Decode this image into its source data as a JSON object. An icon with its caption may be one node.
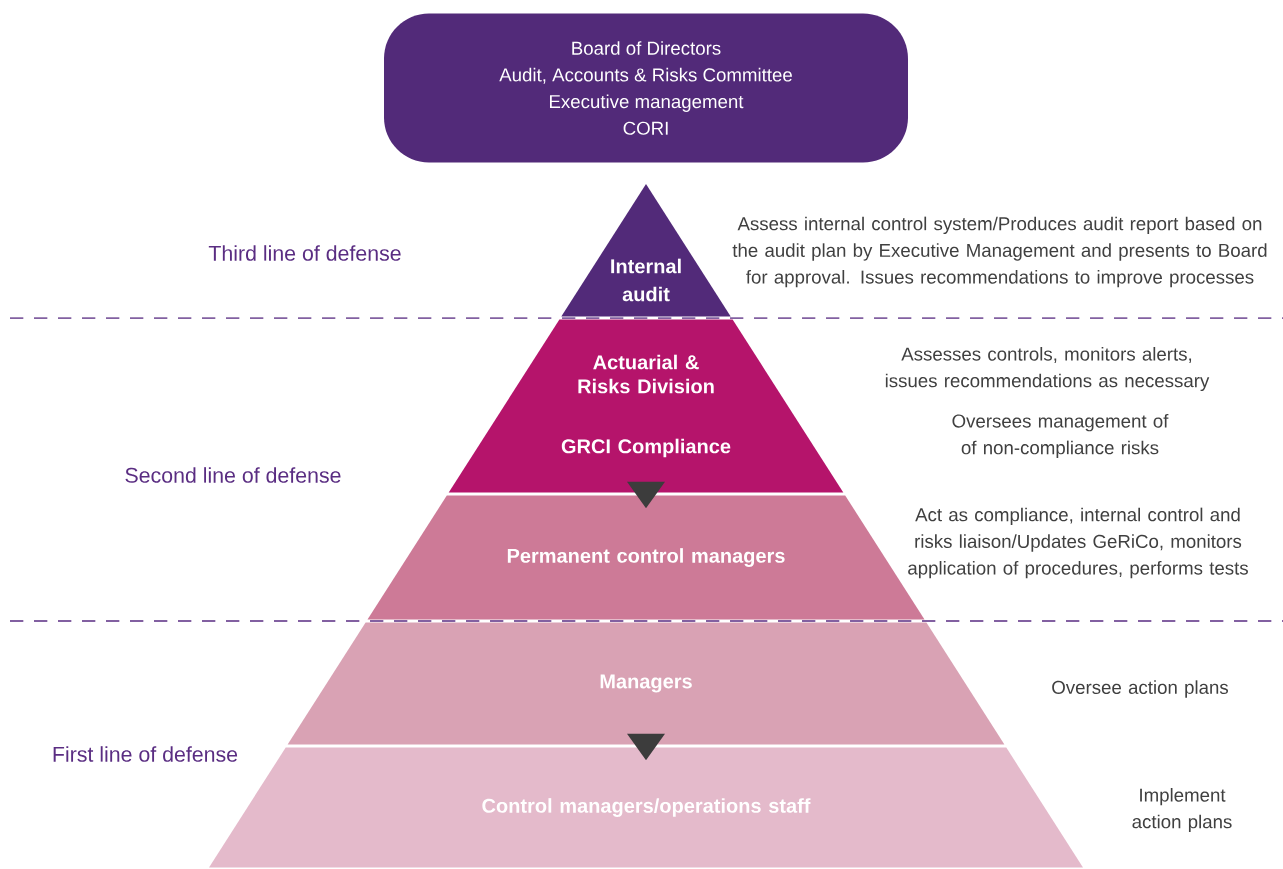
{
  "diagram": {
    "nodes": [
      {
        "text": [
          "Board of Directors",
          "Audit, Accounts & Risks Committee",
          "Executive management",
          "CORI"
        ]
      },
      {
        "text": [
          "Internal audit"
        ],
        "beside": [
          "Assess internal control system/Produces audit report based on the audit plan by Executive Management and presents to Board for approval. Issues recommendations to improve processes"
        ]
      },
      {
        "text": [
          "Actuarial & Risks Division",
          "GRCI Compliance"
        ],
        "beside": [
          "Assesses controls, monitors alerts, issues recommendations as necessary",
          "Oversees management of of non-compliance risks"
        ]
      },
      {
        "text": [
          "Permanent control managers"
        ],
        "beside": [
          "Act as compliance, internal control and risks liaison/Updates GeRiCo, monitors application of procedures, performs tests"
        ]
      },
      {
        "text": [
          "Managers"
        ],
        "beside": [
          "Oversee action plans"
        ]
      },
      {
        "text": [
          "Control managers/operations staff"
        ],
        "beside": [
          "Implement action plans"
        ]
      }
    ],
    "edges": [
      {
        "from": 2,
        "to": 3,
        "arrow": "to"
      },
      {
        "from": 4,
        "to": 5,
        "arrow": "to"
      }
    ],
    "labels": [
      "Third line of defense",
      "Second line of defense",
      "First line of defense"
    ]
  }
}
